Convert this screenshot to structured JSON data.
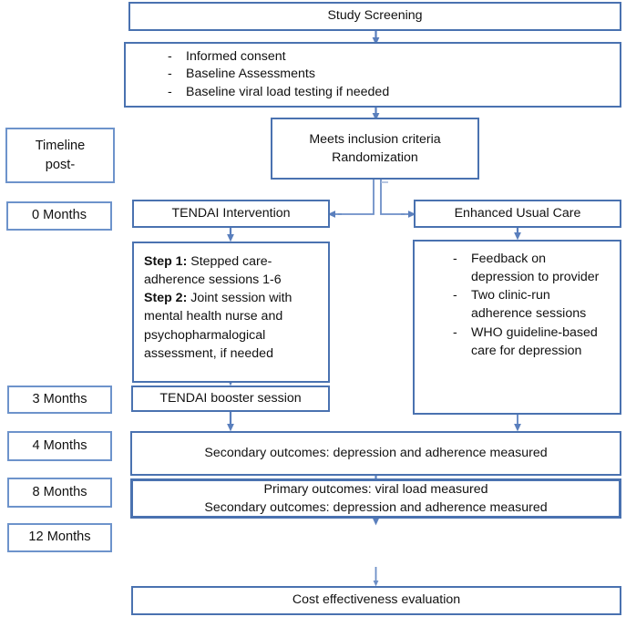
{
  "diagram": {
    "title": "TENDAI trial study flow diagram",
    "accent_color": "#4a72b0",
    "timeline_border_color": "#6d93cb",
    "background": "#ffffff"
  },
  "timeline": {
    "header_line1": "Timeline",
    "header_line2": "post-",
    "marks": [
      {
        "label": "0 Months"
      },
      {
        "label": "3 Months"
      },
      {
        "label": "4 Months"
      },
      {
        "label": "8 Months"
      },
      {
        "label": "12 Months"
      }
    ]
  },
  "flow": {
    "screening": {
      "label": "Study Screening"
    },
    "baseline": {
      "items": [
        "Informed consent",
        "Baseline Assessments",
        "Baseline viral load testing if needed"
      ]
    },
    "randomization": {
      "line1": "Meets inclusion criteria",
      "line2": "Randomization"
    },
    "arm_left": {
      "label": "TENDAI Intervention"
    },
    "arm_right": {
      "label": "Enhanced Usual Care"
    },
    "intervention_steps": {
      "step1_label": "Step 1:",
      "step1_text": " Stepped care-adherence sessions 1-6",
      "step2_label": "Step 2:",
      "step2_text": " Joint session with mental health nurse and psychopharmalogical assessment, if needed"
    },
    "usual_care": {
      "items": [
        "Feedback on depression to provider",
        "Two clinic-run adherence sessions",
        "WHO guideline-based care for depression"
      ]
    },
    "booster": {
      "label": "TENDAI booster session"
    },
    "secondary_outcomes": {
      "label": "Secondary outcomes: depression and adherence measured"
    },
    "primary_outcomes": {
      "line1": "Primary outcomes: viral load measured",
      "line2": "Secondary outcomes: depression and adherence measured"
    },
    "cost": {
      "label": "Cost effectiveness evaluation"
    }
  }
}
